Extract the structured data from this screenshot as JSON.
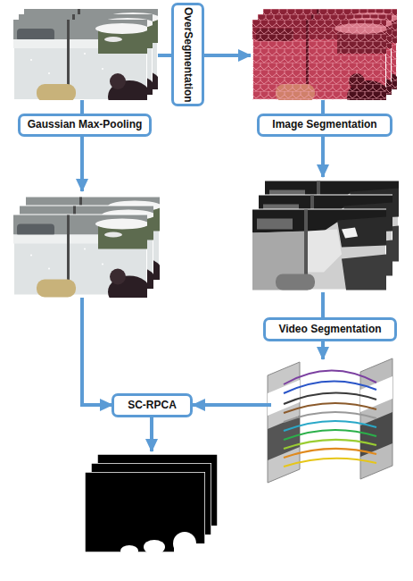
{
  "diagram": {
    "nodes": [
      {
        "text": [
          "OverSegmentation"
        ]
      },
      {
        "text": [
          "Gaussian Max-Pooling"
        ]
      },
      {
        "text": [
          "Image Segmentation"
        ]
      },
      {
        "text": [
          "Video Segmentation"
        ]
      },
      {
        "text": [
          "SC-RPCA"
        ]
      }
    ]
  }
}
